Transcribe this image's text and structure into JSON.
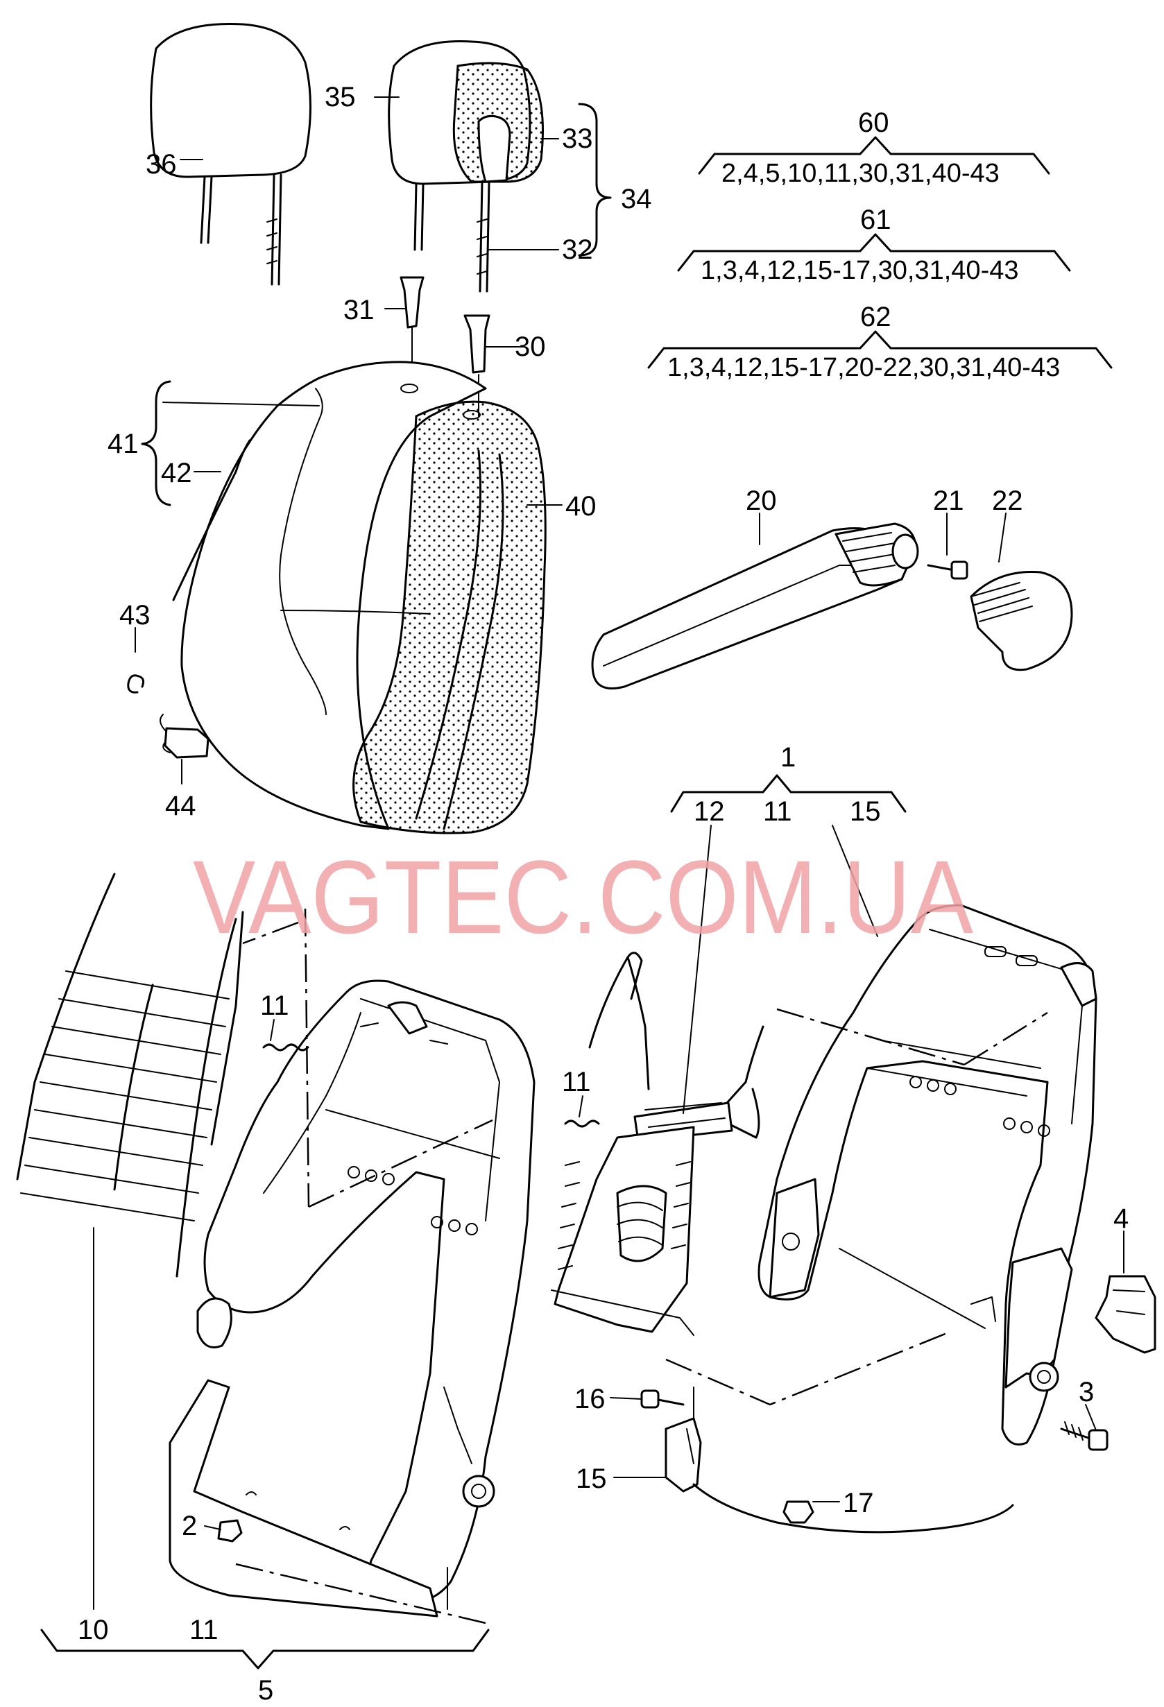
{
  "watermark": "VAGTEC.COM.UA",
  "labels": {
    "l36": "36",
    "l35": "35",
    "l33": "33",
    "l34": "34",
    "l32": "32",
    "l31": "31",
    "l30": "30",
    "l41": "41",
    "l42": "42",
    "l40": "40",
    "l43": "43",
    "l44": "44",
    "l20": "20",
    "l21": "21",
    "l22": "22",
    "l1": "1",
    "l12": "12",
    "l11a": "11",
    "l15a": "15",
    "l11b": "11",
    "l11c": "11",
    "l4": "4",
    "l16": "16",
    "l3": "3",
    "l15b": "15",
    "l17": "17",
    "l2": "2",
    "l10": "10",
    "l11d": "11",
    "l5": "5"
  },
  "groups": {
    "g60": {
      "number": "60",
      "parts": "2,4,5,10,11,30,31,40-43"
    },
    "g61": {
      "number": "61",
      "parts": "1,3,4,12,15-17,30,31,40-43"
    },
    "g62": {
      "number": "62",
      "parts": "1,3,4,12,15-17,20-22,30,31,40-43"
    }
  }
}
